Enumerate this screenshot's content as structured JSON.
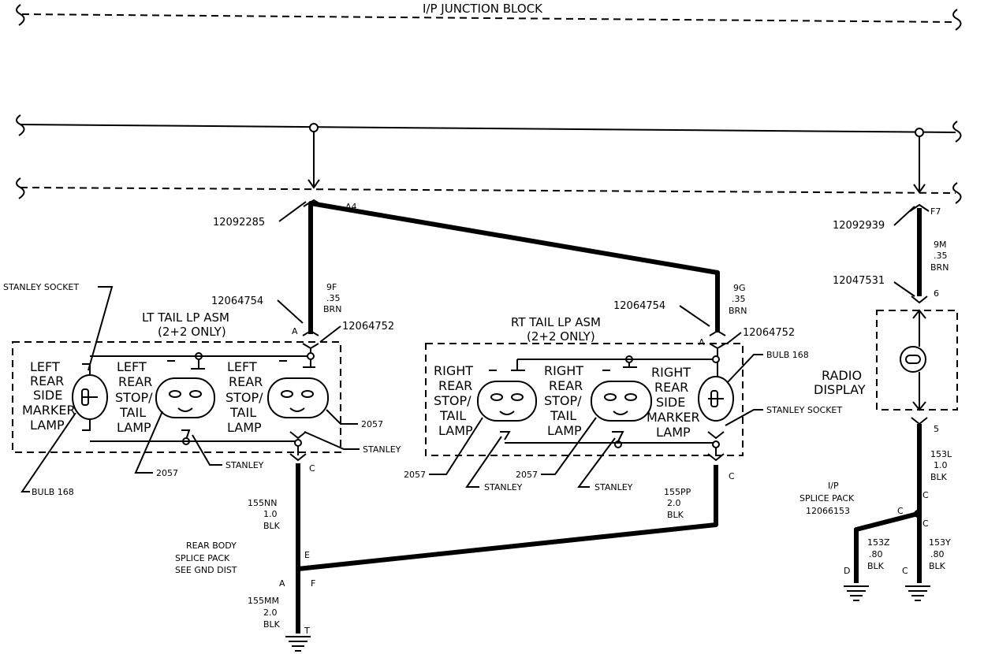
{
  "title": "I/P JUNCTION BLOCK",
  "connectors": {
    "left_top": "12092285",
    "right_top": "12092939",
    "lt_lamp_conn": "12064754",
    "lt_lamp_mate": "12064752",
    "rt_lamp_conn": "12064754",
    "rt_lamp_mate": "12064752",
    "radio_conn": "12047531"
  },
  "pins": {
    "a4": "A4",
    "f7": "F7",
    "lt_a": "A",
    "rt_a": "A",
    "lt_c": "C",
    "rt_c": "C",
    "radio_6": "6",
    "radio_5": "5",
    "splice_e": "E",
    "splice_a": "A",
    "splice_f": "F",
    "ground_t": "T",
    "ip_c_top": "C",
    "ip_c_mid": "C",
    "ip_d": "D",
    "ip_c_bot": "C"
  },
  "wires": {
    "w9f": [
      "9F",
      ".35",
      "BRN"
    ],
    "w9g": [
      "9G",
      ".35",
      "BRN"
    ],
    "w9m": [
      "9M",
      ".35",
      "BRN"
    ],
    "w155nn": [
      "155NN",
      "1.0",
      "BLK"
    ],
    "w155pp": [
      "155PP",
      "2.0",
      "BLK"
    ],
    "w155mm": [
      "155MM",
      "2.0",
      "BLK"
    ],
    "w153l": [
      "153L",
      "1.0",
      "BLK"
    ],
    "w153z": [
      "153Z",
      ".80",
      "BLK"
    ],
    "w153y": [
      "153Y",
      ".80",
      "BLK"
    ]
  },
  "lt_assembly": {
    "line1": "LT TAIL LP ASM",
    "line2": "(2+2 ONLY)"
  },
  "rt_assembly": {
    "line1": "RT TAIL LP ASM",
    "line2": "(2+2 ONLY)"
  },
  "lamps": {
    "lt_side_marker": [
      "LEFT",
      "REAR",
      "SIDE",
      "MARKER",
      "LAMP"
    ],
    "lt_stop_tail_1": [
      "LEFT",
      "REAR",
      "STOP/",
      "TAIL",
      "LAMP"
    ],
    "lt_stop_tail_2": [
      "LEFT",
      "REAR",
      "STOP/",
      "TAIL",
      "LAMP"
    ],
    "rt_stop_tail_1": [
      "RIGHT",
      "REAR",
      "STOP/",
      "TAIL",
      "LAMP"
    ],
    "rt_stop_tail_2": [
      "RIGHT",
      "REAR",
      "STOP/",
      "TAIL",
      "LAMP"
    ],
    "rt_side_marker": [
      "RIGHT",
      "REAR",
      "SIDE",
      "MARKER",
      "LAMP"
    ]
  },
  "callouts": {
    "stanley_socket_lt": "STANLEY SOCKET",
    "stanley_socket_rt": "STANLEY SOCKET",
    "bulb_168_lt": "BULB 168",
    "bulb_168_rt": "BULB 168",
    "lt_2057_a": "2057",
    "lt_2057_b": "2057",
    "rt_2057_a": "2057",
    "rt_2057_b": "2057",
    "lt_stanley_a": "STANLEY",
    "lt_stanley_b": "STANLEY",
    "rt_stanley_a": "STANLEY",
    "rt_stanley_b": "STANLEY"
  },
  "radio": [
    "RADIO",
    "DISPLAY"
  ],
  "rear_splice": [
    "REAR BODY",
    "SPLICE PACK",
    "SEE GND DIST"
  ],
  "ip_splice": [
    "I/P",
    "SPLICE PACK",
    "12066153"
  ]
}
